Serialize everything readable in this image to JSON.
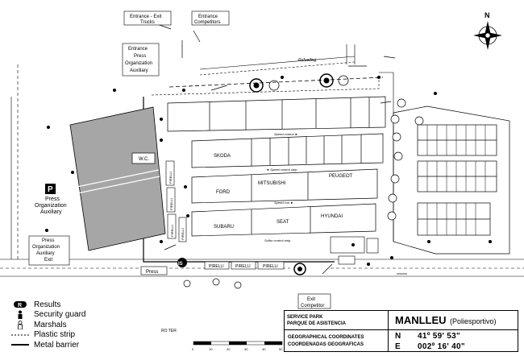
{
  "labels": {
    "entrance_exit_trucks_1": "Entrance - Exit",
    "entrance_exit_trucks_2": "Trucks",
    "entrance_competitors_1": "Entrance",
    "entrance_competitors_2": "Competitors",
    "entrance_press_1": "Entrance",
    "entrance_press_2": "Press",
    "entrance_press_3": "Organization",
    "entrance_press_4": "Auxiliary",
    "press_aux_1": "Press",
    "press_aux_2": "Organization",
    "press_aux_3": "Auxiliary",
    "exit_press_1": "Press",
    "exit_press_2": "Organization",
    "exit_press_3": "Auxiliary",
    "exit_press_4": "Exit",
    "exit_competitor_1": "Exit",
    "exit_competitor_2": "Competitor",
    "refuelling": "Refuelling",
    "wc": "W.C.",
    "press_strip": "Press",
    "p_sign": "P",
    "road": "RO   TER"
  },
  "teams": {
    "skoda": "SKODA",
    "ford": "FORD",
    "mitsubishi": "MITSUBISHI",
    "peugeot": "PEUGEOT",
    "subaru": "SUBARU",
    "seat": "SEAT",
    "hyundai": "HYUNDAI",
    "pirelli": "PIRELLI"
  },
  "legend": [
    {
      "icon": "results-icon",
      "label": "Results"
    },
    {
      "icon": "security-guard-icon",
      "label": "Security guard"
    },
    {
      "icon": "marshal-icon",
      "label": "Marshals"
    },
    {
      "icon": "plastic-strip-icon",
      "label": "Plastic strip"
    },
    {
      "icon": "metal-barrier-icon",
      "label": "Metal barrier"
    }
  ],
  "titlebox": {
    "service_park_en": "SERVICE PARK",
    "service_park_es": "PARQUE DE ASISTENCIA",
    "town": "MANLLEU",
    "venue": "(Poliesportivo)",
    "coords_en": "GEOGRAPHICAL COORDINATES",
    "coords_es": "COORDENADAS GEOGRAFICAS",
    "lat_label": "N",
    "lat_value": "41º 59' 53\"",
    "lon_label": "E",
    "lon_value": "002º 16' 40\""
  },
  "scale": {
    "ticks": [
      "0",
      "10",
      "20",
      "30",
      "40",
      "50"
    ]
  },
  "compass": {
    "north": "N"
  }
}
